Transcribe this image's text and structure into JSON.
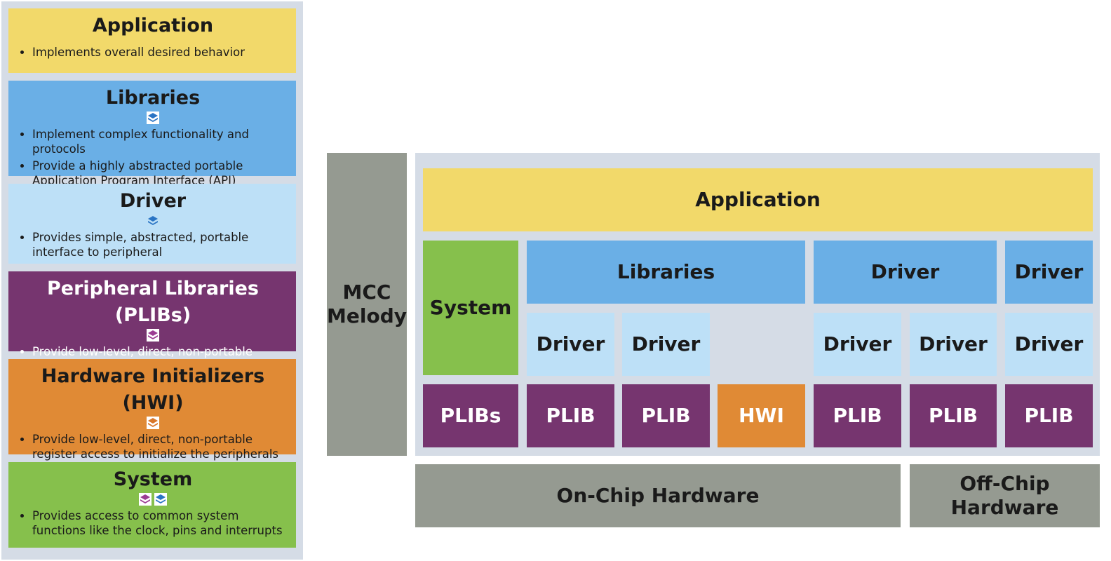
{
  "legend": {
    "application": {
      "title": "Application",
      "bullets": [
        "Implements overall desired behavior"
      ],
      "icons": []
    },
    "libraries": {
      "title": "Libraries",
      "bullets": [
        "Implement complex functionality and protocols",
        "Provide a highly abstracted portable Application Program Interface (API)"
      ],
      "icons": [
        "blue-stack-icon"
      ]
    },
    "driver": {
      "title": "Driver",
      "bullets": [
        "Provides simple, abstracted, portable interface to peripheral"
      ],
      "icons": [
        "blue-stack-icon"
      ]
    },
    "plibs": {
      "title": "Peripheral Libraries (PLIBs)",
      "bullets": [
        "Provide low-level, direct, non-portable access to peripheral functions"
      ],
      "icons": [
        "purple-stack-icon"
      ]
    },
    "hwi": {
      "title": "Hardware Initializers (HWI)",
      "bullets": [
        "Provide low-level, direct, non-portable register access to initialize the peripherals"
      ],
      "icons": [
        "orange-stack-icon"
      ]
    },
    "system": {
      "title": "System",
      "bullets": [
        "Provides access to common system functions like the clock, pins and interrupts"
      ],
      "icons": [
        "purple-stack-icon",
        "blue-stack-icon"
      ]
    }
  },
  "diagram": {
    "mcc": "MCC\nMelody",
    "application": "Application",
    "system": "System",
    "libraries": "Libraries",
    "driver_top_1": "Driver",
    "driver_top_2": "Driver",
    "drivers_mid": [
      "Driver",
      "Driver",
      "Driver",
      "Driver",
      "Driver"
    ],
    "plibs": "PLIBs",
    "plib_cells": [
      "PLIB",
      "PLIB",
      "HWI",
      "PLIB",
      "PLIB",
      "PLIB"
    ],
    "on_chip": "On-Chip Hardware",
    "off_chip": "Off-Chip Hardware"
  },
  "colors": {
    "application": "#f2d96a",
    "libraries": "#6aafe6",
    "driver": "#bde0f7",
    "plib": "#76356f",
    "hwi": "#e08a35",
    "system": "#86c04c",
    "hardware": "#959a91",
    "panel": "#d5dce6"
  }
}
